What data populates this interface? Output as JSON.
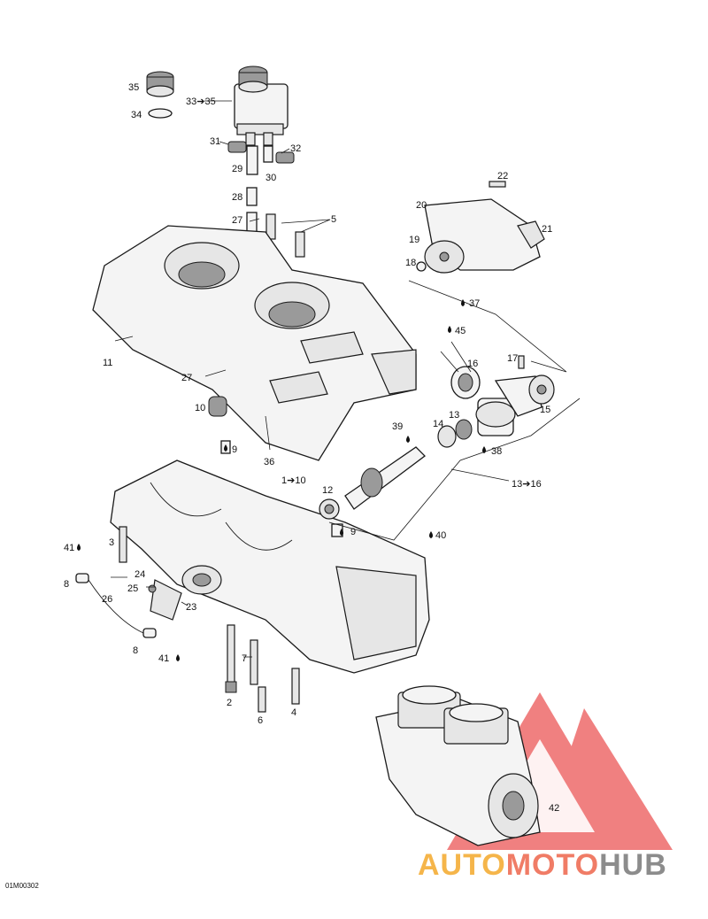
{
  "drawing_code": "01M00302",
  "watermark": {
    "part1": "AUTO",
    "part2": "MOTO",
    "part3": "HUB",
    "colors": {
      "auto": "#f5b54a",
      "moto": "#f07c66",
      "hub": "#8c8c8c",
      "logo": "#ee6b6b"
    }
  },
  "labels": {
    "l35": "35",
    "l34": "34",
    "l33": "33➔35",
    "l31": "31",
    "l32": "32",
    "l29": "29",
    "l30": "30",
    "l28": "28",
    "l27a": "27",
    "l5": "5",
    "l22": "22",
    "l20": "20",
    "l21": "21",
    "l19": "19",
    "l18": "18",
    "l37": "37",
    "l45": "45",
    "l16": "16",
    "l17": "17",
    "l15": "15",
    "l14": "14",
    "l13": "13",
    "l38": "38",
    "l39": "39",
    "l11": "11",
    "l27b": "27",
    "l10": "10",
    "l36": "36",
    "l9a": "9",
    "l1to10": "1➔10",
    "l12": "12",
    "l13to16": "13➔16",
    "l9b": "9",
    "l40": "40",
    "l41a": "41",
    "l3": "3",
    "l8a": "8",
    "l25": "25",
    "l24": "24",
    "l26": "26",
    "l23": "23",
    "l8b": "8",
    "l41b": "41",
    "l7": "7",
    "l2": "2",
    "l6": "6",
    "l4": "4",
    "l42": "42"
  }
}
